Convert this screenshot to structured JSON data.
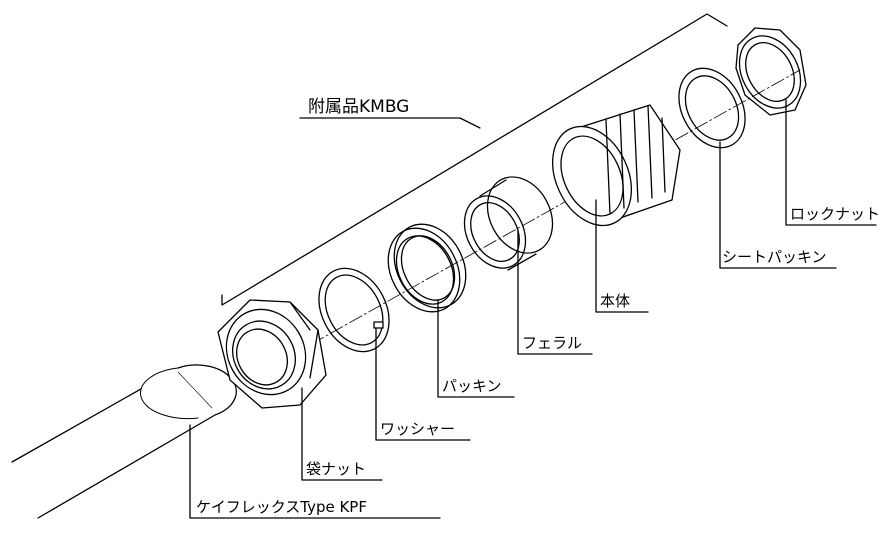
{
  "labels": {
    "accessory_set": "附属品KMBG",
    "lock_nut": "ロックナット",
    "seat_packing": "シートパッキン",
    "body": "本体",
    "ferrule": "フェラル",
    "packing": "パッキン",
    "washer": "ワッシャー",
    "cap_nut": "袋ナット",
    "conduit": "ケイフレックスType KPF"
  }
}
